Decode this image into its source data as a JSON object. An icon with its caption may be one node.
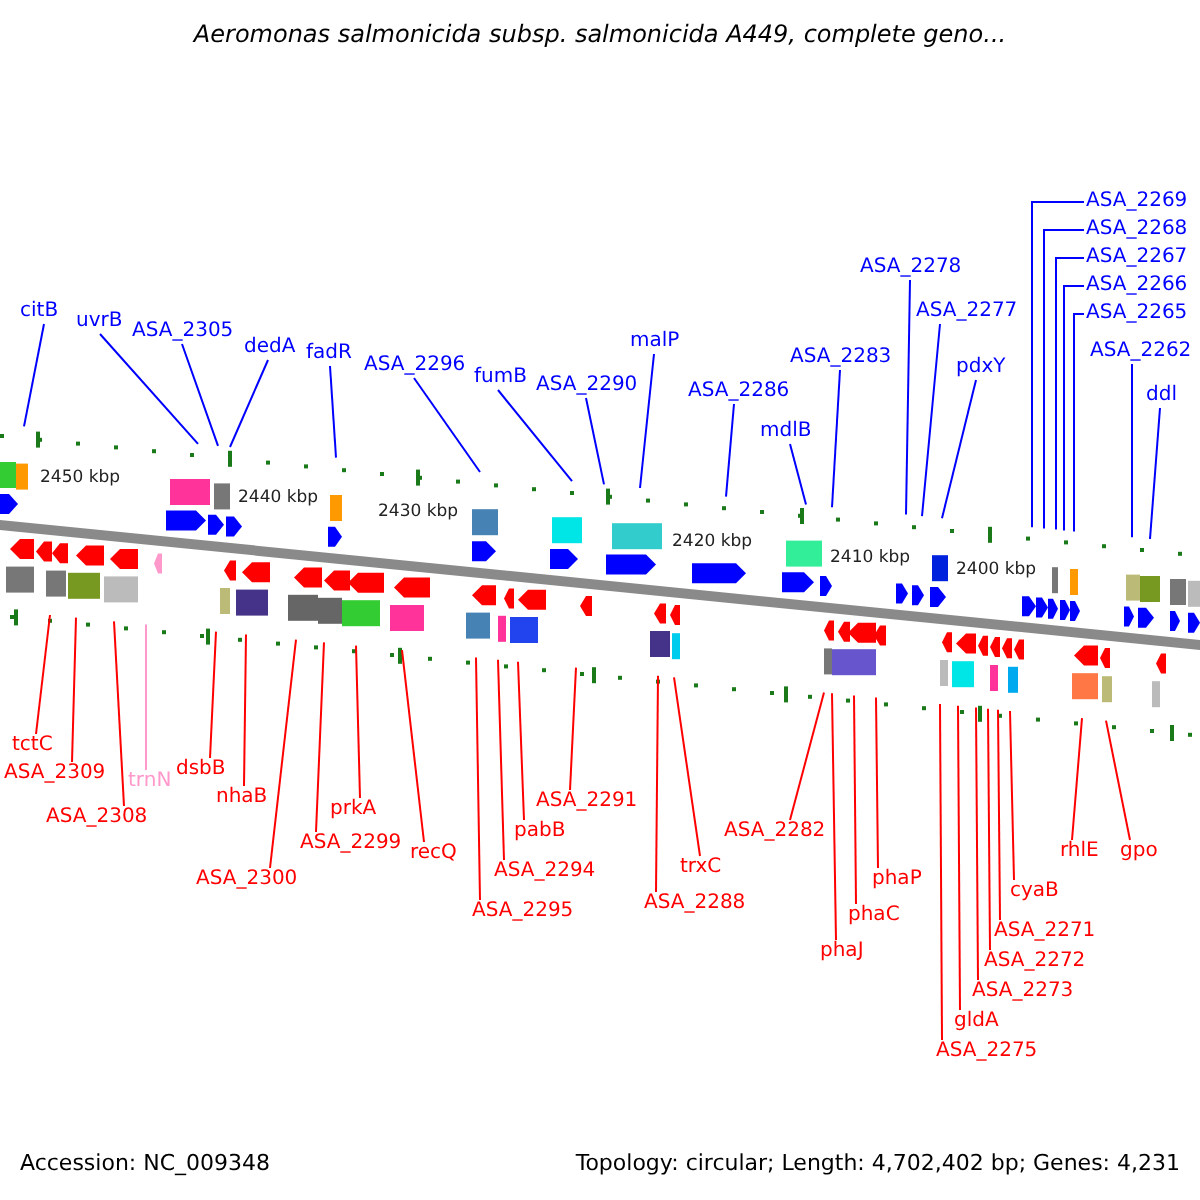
{
  "diagram": {
    "title": "Aeromonas salmonicida subsp. salmonicida A449, complete geno...",
    "nodes": [
      {
        "text": [
          "citB"
        ]
      },
      {
        "text": [
          "uvrB"
        ]
      },
      {
        "text": [
          "ASA_2305"
        ]
      },
      {
        "text": [
          "dedA"
        ]
      },
      {
        "text": [
          "fadR"
        ]
      },
      {
        "text": [
          "ASA_2296"
        ]
      },
      {
        "text": [
          "fumB"
        ]
      },
      {
        "text": [
          "ASA_2290"
        ]
      },
      {
        "text": [
          "malP"
        ]
      },
      {
        "text": [
          "ASA_2286"
        ]
      },
      {
        "text": [
          "ASA_2283"
        ]
      },
      {
        "text": [
          "mdlB"
        ]
      },
      {
        "text": [
          "ASA_2278"
        ]
      },
      {
        "text": [
          "ASA_2277"
        ]
      },
      {
        "text": [
          "pdxY"
        ]
      },
      {
        "text": [
          "ASA_2268"
        ]
      },
      {
        "text": [
          "ASA_2267"
        ]
      },
      {
        "text": [
          "ASA_2266"
        ]
      },
      {
        "text": [
          "ASA_2265"
        ]
      },
      {
        "text": [
          "ASA_2269"
        ]
      },
      {
        "text": [
          "ASA_2262"
        ]
      },
      {
        "text": [
          "ddl"
        ]
      },
      {
        "text": [
          "tctC"
        ]
      },
      {
        "text": [
          "ASA_2309"
        ]
      },
      {
        "text": [
          "ASA_2308"
        ]
      },
      {
        "text": [
          "trnN"
        ]
      },
      {
        "text": [
          "dsbB"
        ]
      },
      {
        "text": [
          "nhaB"
        ]
      },
      {
        "text": [
          "ASA_2300"
        ]
      },
      {
        "text": [
          "ASA_2299"
        ]
      },
      {
        "text": [
          "prkA"
        ]
      },
      {
        "text": [
          "recQ"
        ]
      },
      {
        "text": [
          "ASA_2295"
        ]
      },
      {
        "text": [
          "ASA_2294"
        ]
      },
      {
        "text": [
          "pabB"
        ]
      },
      {
        "text": [
          "ASA_2291"
        ]
      },
      {
        "text": [
          "ASA_2288"
        ]
      },
      {
        "text": [
          "trxC"
        ]
      },
      {
        "text": [
          "ASA_2282"
        ]
      },
      {
        "text": [
          "phaJ"
        ]
      },
      {
        "text": [
          "phaC"
        ]
      },
      {
        "text": [
          "phaP"
        ]
      },
      {
        "text": [
          "ASA_2275"
        ]
      },
      {
        "text": [
          "gldA"
        ]
      },
      {
        "text": [
          "ASA_2273"
        ]
      },
      {
        "text": [
          "ASA_2272"
        ]
      },
      {
        "text": [
          "ASA_2271"
        ]
      },
      {
        "text": [
          "cyaB"
        ]
      },
      {
        "text": [
          "rhlE"
        ]
      },
      {
        "text": [
          "gpo"
        ]
      }
    ],
    "edges": [
      {
        "from": 0,
        "to": null,
        "arrow": "none",
        "color": "#0000ff"
      },
      {
        "from": 1,
        "to": null,
        "arrow": "none",
        "color": "#0000ff"
      },
      {
        "from": 2,
        "to": null,
        "arrow": "none",
        "color": "#0000ff"
      },
      {
        "from": 3,
        "to": null,
        "arrow": "none",
        "color": "#0000ff"
      },
      {
        "from": 4,
        "to": null,
        "arrow": "none",
        "color": "#0000ff"
      },
      {
        "from": 5,
        "to": null,
        "arrow": "none",
        "color": "#0000ff"
      },
      {
        "from": 6,
        "to": null,
        "arrow": "none",
        "color": "#0000ff"
      },
      {
        "from": 7,
        "to": null,
        "arrow": "none",
        "color": "#0000ff"
      },
      {
        "from": 8,
        "to": null,
        "arrow": "none",
        "color": "#0000ff"
      },
      {
        "from": 9,
        "to": null,
        "arrow": "none",
        "color": "#0000ff"
      },
      {
        "from": 10,
        "to": null,
        "arrow": "none",
        "color": "#0000ff"
      },
      {
        "from": 11,
        "to": null,
        "arrow": "none",
        "color": "#0000ff"
      },
      {
        "from": 12,
        "to": null,
        "arrow": "none",
        "color": "#0000ff"
      },
      {
        "from": 13,
        "to": null,
        "arrow": "none",
        "color": "#0000ff"
      },
      {
        "from": 14,
        "to": null,
        "arrow": "none",
        "color": "#0000ff"
      },
      {
        "from": 15,
        "to": null,
        "arrow": "none",
        "color": "#0000ff"
      },
      {
        "from": 16,
        "to": null,
        "arrow": "none",
        "color": "#0000ff"
      },
      {
        "from": 17,
        "to": null,
        "arrow": "none",
        "color": "#0000ff"
      },
      {
        "from": 18,
        "to": null,
        "arrow": "none",
        "color": "#0000ff"
      },
      {
        "from": 19,
        "to": null,
        "arrow": "none",
        "color": "#0000ff"
      },
      {
        "from": 20,
        "to": null,
        "arrow": "none",
        "color": "#0000ff"
      },
      {
        "from": 21,
        "to": null,
        "arrow": "none",
        "color": "#0000ff"
      },
      {
        "from": 22,
        "to": null,
        "arrow": "none"
      },
      {
        "from": 23,
        "to": null,
        "arrow": "none"
      },
      {
        "from": 24,
        "to": null,
        "arrow": "none"
      },
      {
        "from": 25,
        "to": null,
        "arrow": "none",
        "color": "#ff99cc"
      },
      {
        "from": 26,
        "to": null,
        "arrow": "none"
      },
      {
        "from": 27,
        "to": null,
        "arrow": "none"
      },
      {
        "from": 28,
        "to": null,
        "arrow": "none"
      },
      {
        "from": 29,
        "to": null,
        "arrow": "none"
      },
      {
        "from": 30,
        "to": null,
        "arrow": "none"
      },
      {
        "from": 31,
        "to": null,
        "arrow": "none"
      },
      {
        "from": 32,
        "to": null,
        "arrow": "none"
      },
      {
        "from": 33,
        "to": null,
        "arrow": "none"
      },
      {
        "from": 34,
        "to": null,
        "arrow": "none"
      },
      {
        "from": 35,
        "to": null,
        "arrow": "none"
      },
      {
        "from": 36,
        "to": null,
        "arrow": "none"
      },
      {
        "from": 37,
        "to": null,
        "arrow": "none"
      },
      {
        "from": 38,
        "to": null,
        "arrow": "none"
      },
      {
        "from": 39,
        "to": null,
        "arrow": "none"
      },
      {
        "from": 40,
        "to": null,
        "arrow": "none"
      },
      {
        "from": 41,
        "to": null,
        "arrow": "none"
      },
      {
        "from": 42,
        "to": null,
        "arrow": "none"
      },
      {
        "from": 43,
        "to": null,
        "arrow": "none"
      },
      {
        "from": 44,
        "to": null,
        "arrow": "none"
      },
      {
        "from": 45,
        "to": null,
        "arrow": "none"
      },
      {
        "from": 46,
        "to": null,
        "arrow": "none"
      },
      {
        "from": 47,
        "to": null,
        "arrow": "none"
      },
      {
        "from": 48,
        "to": null,
        "arrow": "none"
      },
      {
        "from": 49,
        "to": null,
        "arrow": "none"
      }
    ],
    "labels": [
      "2450 kbp",
      "2440 kbp",
      "2430 kbp",
      "2420 kbp",
      "2410 kbp",
      "2400 kbp",
      "Accession: NC_009348",
      "Topology: circular; Length: 4,702,402 bp; Genes: 4,231"
    ]
  }
}
